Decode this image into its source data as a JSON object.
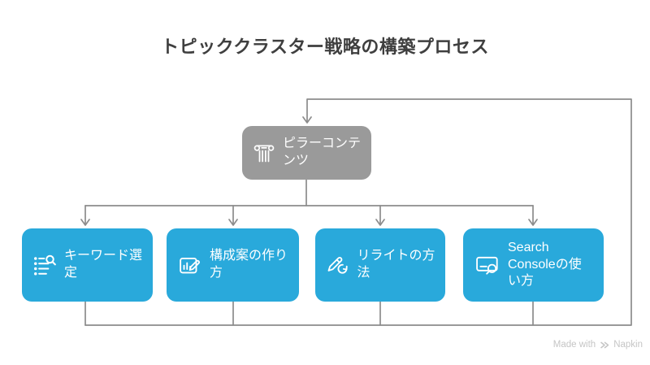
{
  "title": "トピッククラスター戦略の構築プロセス",
  "colors": {
    "accent_blue": "#29A9DB",
    "pillar_gray": "#9A9A9A",
    "line_gray": "#8C8C8C",
    "title_text": "#3F3F3F",
    "box_text": "#FFFFFF",
    "watermark": "#C5C5C5",
    "background": "#FFFFFF"
  },
  "diagram": {
    "type": "flowchart",
    "pillar": {
      "label": "ピラーコンテンツ",
      "icon": "pillar-column-icon"
    },
    "clusters": [
      {
        "label": "キーワード選定",
        "icon": "list-search-icon"
      },
      {
        "label": "構成案の作り方",
        "icon": "chart-pencil-icon"
      },
      {
        "label": "リライトの方法",
        "icon": "pencil-refresh-icon"
      },
      {
        "label": "Search Consoleの使い方",
        "icon": "monitor-search-icon"
      }
    ],
    "flow_notes": "pillar branches to all four clusters; clusters feed back to pillar via outer loop"
  },
  "watermark": {
    "prefix": "Made with",
    "brand": "Napkin"
  }
}
